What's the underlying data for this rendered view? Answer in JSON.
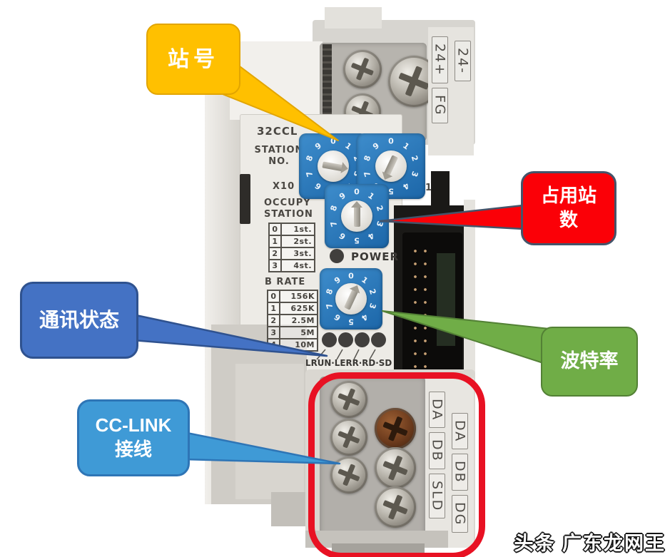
{
  "callouts": {
    "station_no": {
      "text": "站号"
    },
    "occupied_stations": {
      "text": "占用站\n数"
    },
    "comm_status": {
      "text": "通讯状态"
    },
    "baud_rate": {
      "text": "波特率"
    },
    "cclink_wiring": {
      "text": "CC-LINK\n接线"
    }
  },
  "module": {
    "model": "32CCL",
    "station_label": "STATION\nNO.",
    "x10": "X10",
    "x1": "X1",
    "occupy_label": "OCCUPY\nSTATION",
    "occupy_table": [
      [
        "0",
        "1st."
      ],
      [
        "1",
        "2st."
      ],
      [
        "2",
        "3st."
      ],
      [
        "3",
        "4st."
      ]
    ],
    "brate_label": "B RATE",
    "brate_table": [
      [
        "0",
        "156K"
      ],
      [
        "1",
        "625K"
      ],
      [
        "2",
        "2.5M"
      ],
      [
        "3",
        "5M"
      ],
      [
        "4",
        "10M"
      ]
    ],
    "power": "POWER",
    "led_labels": "LRUN·LERR·RD·SD",
    "top_terminal_labels": {
      "inner": [
        "24+",
        "FG"
      ],
      "outer": [
        "24-"
      ]
    },
    "bottom_terminal_labels": {
      "inner": [
        "DA",
        "DB",
        "SLD"
      ],
      "outer": [
        "DA",
        "DB",
        "DG"
      ]
    },
    "switch_digits": [
      "0",
      "1",
      "2",
      "3",
      "4",
      "5",
      "6",
      "7",
      "8",
      "9"
    ],
    "switches": [
      {
        "name": "station-x10",
        "angle": 100
      },
      {
        "name": "station-x1",
        "angle": 205
      },
      {
        "name": "occupy-station",
        "angle": 0
      },
      {
        "name": "b-rate",
        "angle": 25
      }
    ]
  },
  "watermark": "头条 广东龙网王",
  "colors": {
    "callout_yellow": "#FFC000",
    "callout_yellow_border": "#E2A500",
    "callout_red": "#FB0007",
    "callout_red_border": "#44546A",
    "callout_blue": "#4472C4",
    "callout_blue_border": "#2F528F",
    "callout_green": "#70AD47",
    "callout_green_border": "#538135",
    "callout_lightblue": "#3F9AD6",
    "callout_lightblue_border": "#2E75B6",
    "highlight_circle_red": "#E81123",
    "switch_blue": "#2878BE"
  }
}
